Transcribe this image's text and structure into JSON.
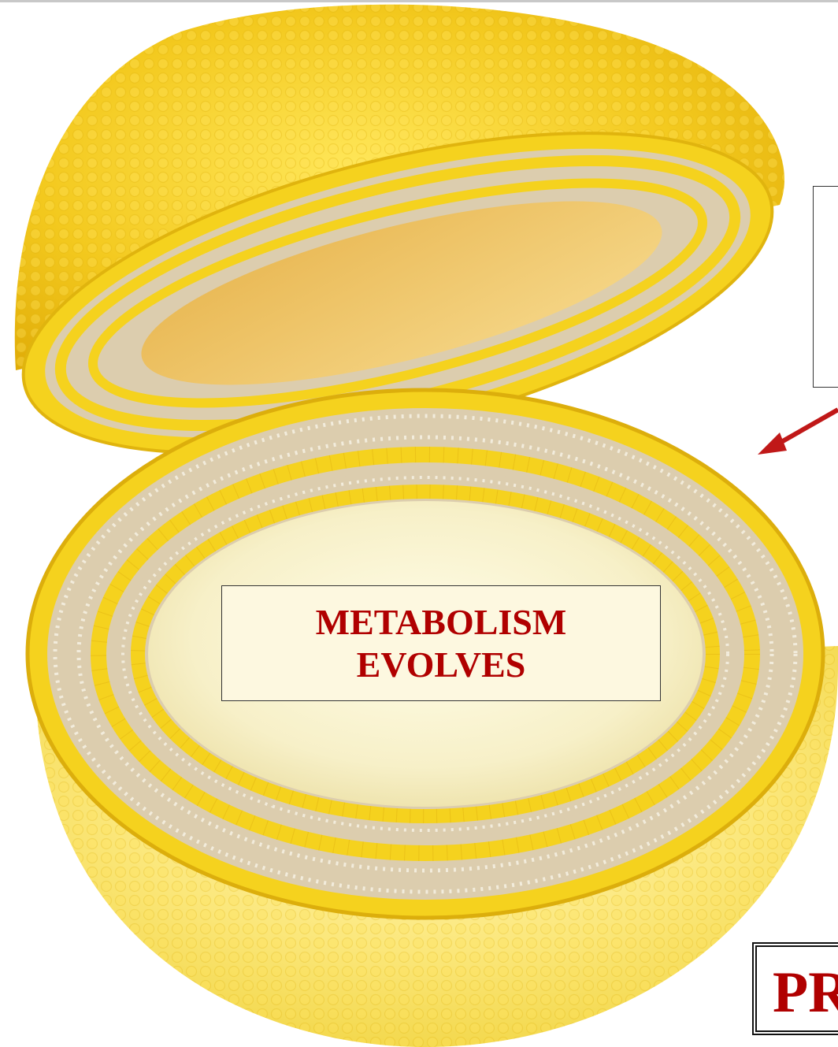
{
  "labels": {
    "center_line1": "METABOLISM",
    "center_line2": "EVOLVES",
    "corner_partial": "PR"
  },
  "colors": {
    "shell_yellow": "#f2c81c",
    "head_yellow": "#f5d21e",
    "tail_tan": "#d9c8a8",
    "arrow_red": "#c01818",
    "label_red": "#b00000"
  },
  "icons": [
    "lipid-head-icon",
    "arrow-icon"
  ]
}
